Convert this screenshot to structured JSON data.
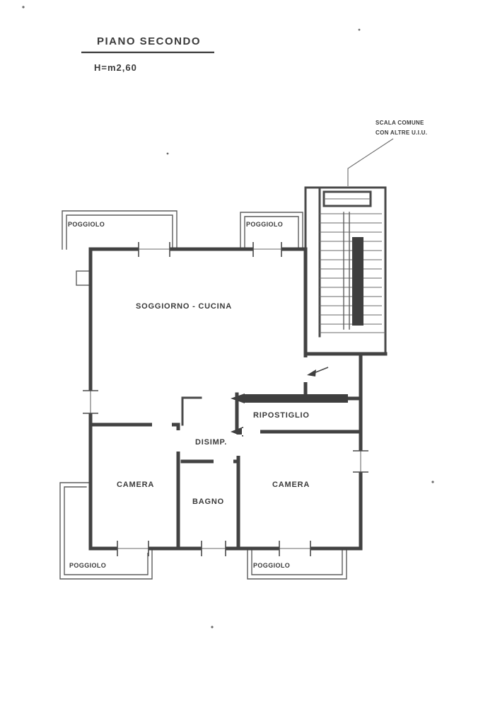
{
  "title": "PIANO SECONDO",
  "height_label": "H=m2,60",
  "stair_note": {
    "line1": "SCALA COMUNE",
    "line2": "CON ALTRE U.I.U."
  },
  "rooms": {
    "living_kitchen": "SOGGIORNO - CUCINA",
    "storage": "RIPOSTIGLIO",
    "hallway": "DISIMP.",
    "bedroom_left": "CAMERA",
    "bathroom": "BAGNO",
    "bedroom_right": "CAMERA"
  },
  "balconies": {
    "top_left": "POGGIOLO",
    "top_middle": "POGGIOLO",
    "bottom_left": "POGGIOLO",
    "bottom_middle": "POGGIOLO"
  },
  "colors": {
    "ink": "#3f3f3f",
    "paper": "#ffffff"
  }
}
